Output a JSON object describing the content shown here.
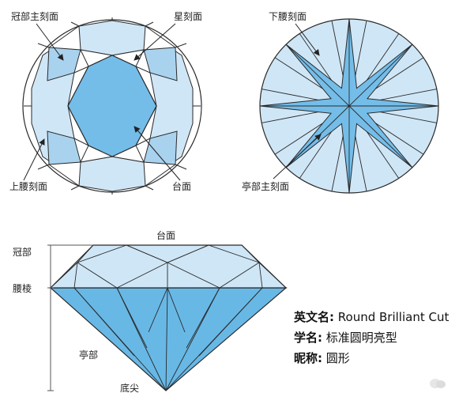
{
  "top_view": {
    "labels": {
      "crown_main": "冠部主刻面",
      "star": "星刻面",
      "upper_girdle": "上腰刻面",
      "table": "台面"
    }
  },
  "bottom_view": {
    "labels": {
      "lower_girdle": "下腰刻面",
      "pavilion_main": "亭部主刻面"
    }
  },
  "side_view": {
    "labels": {
      "table": "台面",
      "crown": "冠部",
      "girdle": "腰棱",
      "pavilion": "亭部",
      "culet": "底尖"
    }
  },
  "info": {
    "english_label": "英文名:",
    "english_value": " Round Brilliant Cut",
    "scientific_label": "学名:",
    "scientific_value": " 标准圆明亮型",
    "nickname_label": "昵称:",
    "nickname_value": " 圆形"
  },
  "colors": {
    "light_blue": "#cfe6f6",
    "mid_blue": "#a9d2ee",
    "deep_blue": "#74bde9",
    "pavilion_blue": "#68b8e6",
    "outline": "#2a2a2a"
  }
}
